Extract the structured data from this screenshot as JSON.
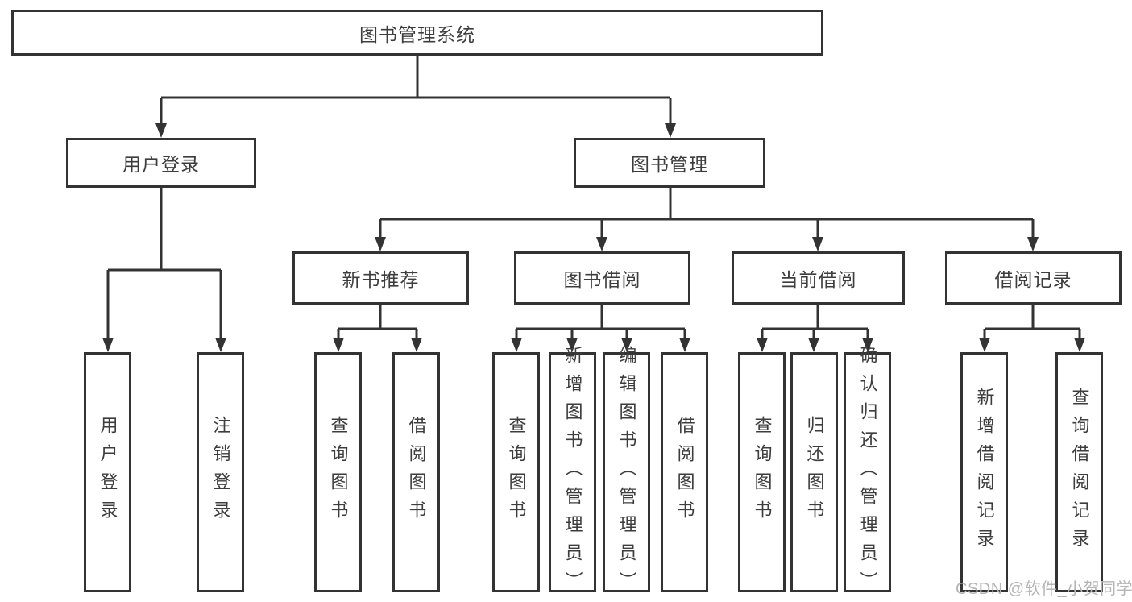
{
  "diagram": {
    "title": "图书管理系统",
    "branches": [
      {
        "label": "用户登录",
        "children": [
          {
            "label": "用户登录"
          },
          {
            "label": "注销登录"
          }
        ]
      },
      {
        "label": "图书管理",
        "children": [
          {
            "label": "新书推荐",
            "children": [
              {
                "label": "查询图书"
              },
              {
                "label": "借阅图书"
              }
            ]
          },
          {
            "label": "图书借阅",
            "children": [
              {
                "label": "查询图书"
              },
              {
                "label": "新增图书（管理员）"
              },
              {
                "label": "编辑图书（管理员）"
              },
              {
                "label": "借阅图书"
              }
            ]
          },
          {
            "label": "当前借阅",
            "children": [
              {
                "label": "查询图书"
              },
              {
                "label": "归还图书"
              },
              {
                "label": "确认归还（管理员）"
              }
            ]
          },
          {
            "label": "借阅记录",
            "children": [
              {
                "label": "新增借阅记录"
              },
              {
                "label": "查询借阅记录"
              }
            ]
          }
        ]
      }
    ]
  },
  "watermark": "CSDN @软件_小贺同学",
  "colors": {
    "line": "#333333",
    "text": "#3d3d3d",
    "watermark": "#b5b5b5",
    "background": "#ffffff"
  }
}
